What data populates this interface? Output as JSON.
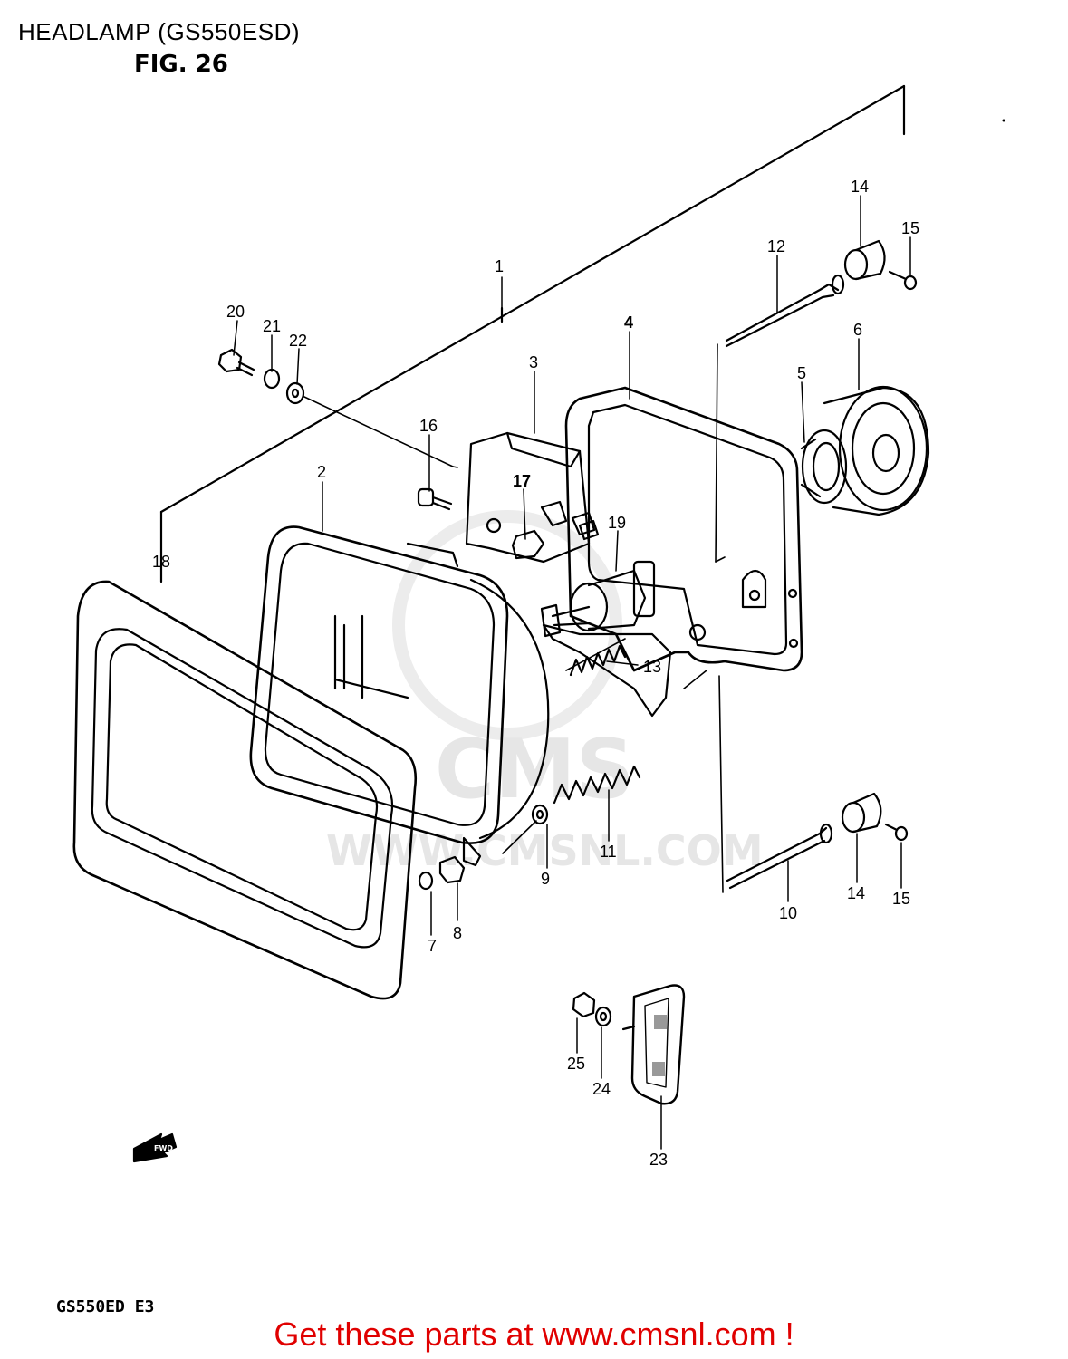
{
  "header": {
    "title": "HEADLAMP (GS550ESD)",
    "figure": "FIG. 26"
  },
  "watermark": {
    "logo_text": "CMS",
    "site": "WWW.CMSNL.COM"
  },
  "direction_arrow": {
    "label": "FWD"
  },
  "footer": {
    "model_code": "GS550ED  E3",
    "promo": "Get these parts at www.cmsnl.com !"
  },
  "callouts": {
    "c1": "1",
    "c2": "2",
    "c3": "3",
    "c4": "4",
    "c5": "5",
    "c6": "6",
    "c7": "7",
    "c8": "8",
    "c9": "9",
    "c10": "10",
    "c11": "11",
    "c12": "12",
    "c13": "13",
    "c14a": "14",
    "c14b": "14",
    "c15a": "15",
    "c15b": "15",
    "c16": "16",
    "c17": "17",
    "c18": "18",
    "c19": "19",
    "c20": "20",
    "c21": "21",
    "c22": "22",
    "c23": "23",
    "c24": "24",
    "c25": "25"
  },
  "colors": {
    "line": "#000000",
    "promo": "#e00000",
    "watermark": "#e6e6e6"
  }
}
